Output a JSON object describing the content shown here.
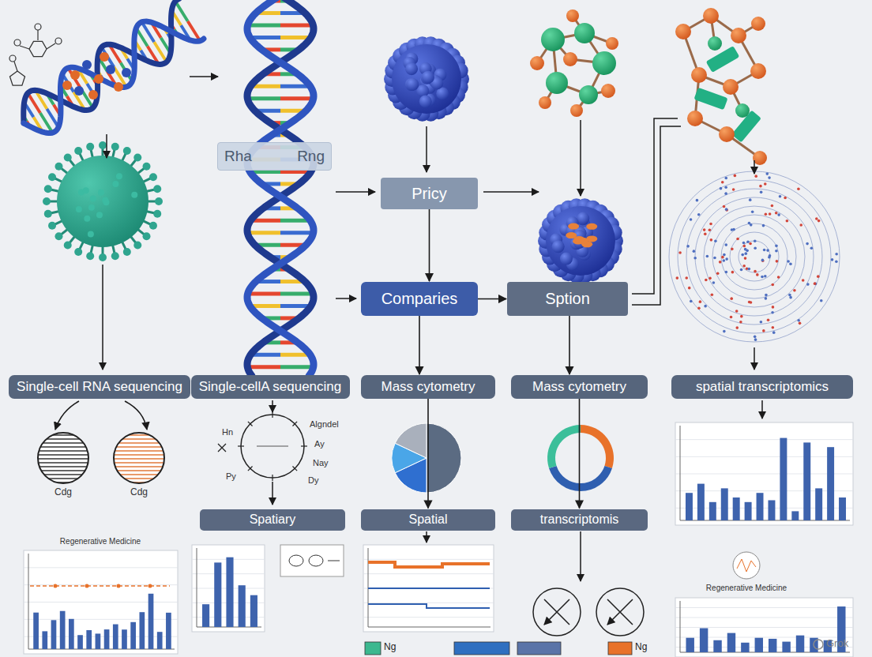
{
  "diagram": {
    "nodes": [
      {
        "text": [
          "Rha",
          "Rng"
        ]
      },
      {
        "text": [
          "Pricy"
        ]
      },
      {
        "text": [
          "Comparies"
        ]
      },
      {
        "text": [
          "Sption"
        ]
      },
      {
        "text": [
          "Single-cell RNA sequencing"
        ]
      },
      {
        "text": [
          "Single-cellA sequencing"
        ]
      },
      {
        "text": [
          "Mass cytometry"
        ]
      },
      {
        "text": [
          "Mass cytometry"
        ]
      },
      {
        "text": [
          "spatial transcriptomics"
        ]
      },
      {
        "text": [
          "Spatiary"
        ]
      },
      {
        "text": [
          "Spatial"
        ]
      },
      {
        "text": [
          "transcriptomis"
        ]
      }
    ],
    "edges": [
      {
        "from": 1,
        "to": 2,
        "arrow": "to"
      },
      {
        "from": 2,
        "to": 3,
        "arrow": "to"
      },
      {
        "from": 2,
        "to": 6,
        "arrow": "to"
      },
      {
        "from": 3,
        "to": 7,
        "arrow": "to"
      },
      {
        "from": 6,
        "to": 10,
        "arrow": "to"
      },
      {
        "from": 7,
        "to": 11,
        "arrow": "to"
      }
    ],
    "labels": [
      "Cdg",
      "Cdg",
      "Hn",
      "Algndel",
      "Ay",
      "Nay",
      "Py",
      "Dy",
      "Regenerative Medicine",
      "Regenerative Medicine",
      "Ng",
      "Ng",
      "Grok"
    ]
  }
}
